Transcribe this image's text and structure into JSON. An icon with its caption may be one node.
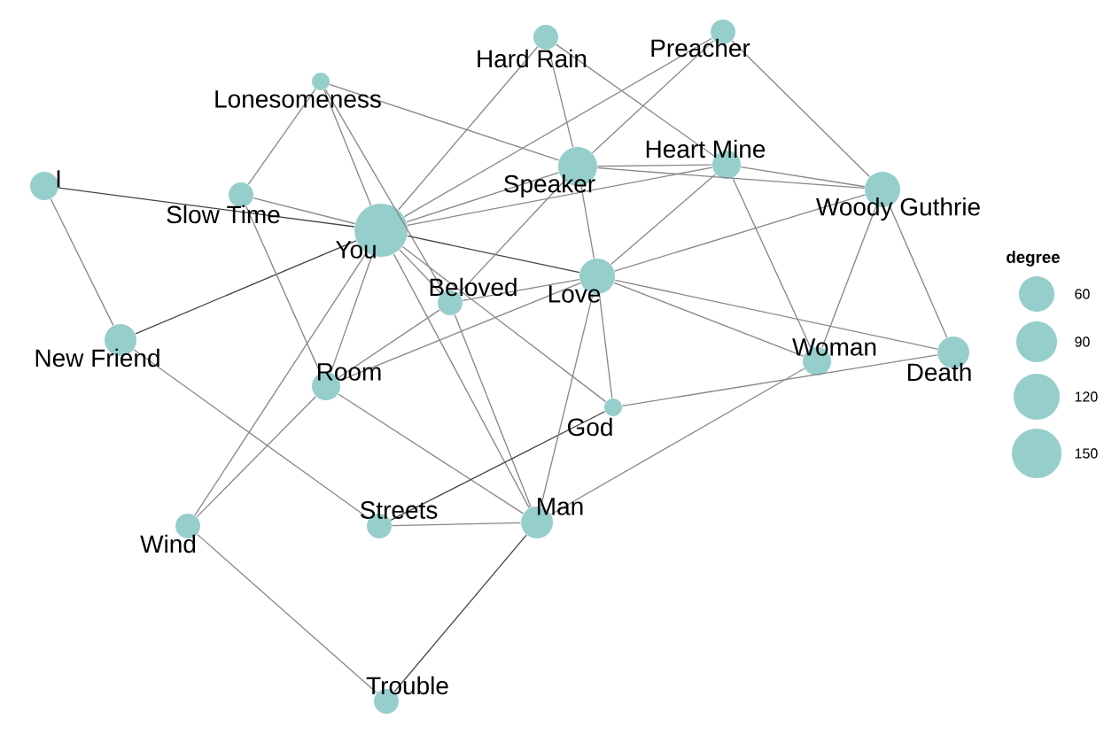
{
  "diagram": {
    "nodes": [
      {
        "text": [
          "Hard Rain"
        ]
      },
      {
        "text": [
          "Preacher"
        ]
      },
      {
        "text": [
          "Lonesomeness"
        ]
      },
      {
        "text": [
          "Heart Mine"
        ]
      },
      {
        "text": [
          "Speaker"
        ]
      },
      {
        "text": [
          "I"
        ]
      },
      {
        "text": [
          "Woody Guthrie"
        ]
      },
      {
        "text": [
          "Slow Time"
        ]
      },
      {
        "text": [
          "You"
        ]
      },
      {
        "text": [
          "Beloved"
        ]
      },
      {
        "text": [
          "Love"
        ]
      },
      {
        "text": [
          "New Friend"
        ]
      },
      {
        "text": [
          "Room"
        ]
      },
      {
        "text": [
          "Woman"
        ]
      },
      {
        "text": [
          "Death"
        ]
      },
      {
        "text": [
          "God"
        ]
      },
      {
        "text": [
          "Wind"
        ]
      },
      {
        "text": [
          "Streets"
        ]
      },
      {
        "text": [
          "Man"
        ]
      },
      {
        "text": [
          "Trouble"
        ]
      }
    ],
    "edges": [
      {
        "from": 5,
        "to": 8,
        "arrow": "none",
        "color": "#444444"
      },
      {
        "from": 5,
        "to": 11,
        "arrow": "none"
      },
      {
        "from": 11,
        "to": 8,
        "arrow": "none",
        "color": "#444444"
      },
      {
        "from": 11,
        "to": 17,
        "arrow": "none"
      },
      {
        "from": 2,
        "to": 7,
        "arrow": "none"
      },
      {
        "from": 2,
        "to": 8,
        "arrow": "none"
      },
      {
        "from": 2,
        "to": 9,
        "arrow": "none"
      },
      {
        "from": 2,
        "to": 4,
        "arrow": "none"
      },
      {
        "from": 7,
        "to": 8,
        "arrow": "none"
      },
      {
        "from": 7,
        "to": 12,
        "arrow": "none"
      },
      {
        "from": 8,
        "to": 0,
        "arrow": "none"
      },
      {
        "from": 8,
        "to": 1,
        "arrow": "none"
      },
      {
        "from": 8,
        "to": 4,
        "arrow": "none"
      },
      {
        "from": 8,
        "to": 3,
        "arrow": "none"
      },
      {
        "from": 8,
        "to": 10,
        "arrow": "none",
        "color": "#444444"
      },
      {
        "from": 8,
        "to": 9,
        "arrow": "none"
      },
      {
        "from": 8,
        "to": 16,
        "arrow": "none"
      },
      {
        "from": 8,
        "to": 12,
        "arrow": "none"
      },
      {
        "from": 8,
        "to": 18,
        "arrow": "none"
      },
      {
        "from": 8,
        "to": 15,
        "arrow": "none"
      },
      {
        "from": 9,
        "to": 4,
        "arrow": "none"
      },
      {
        "from": 9,
        "to": 10,
        "arrow": "none"
      },
      {
        "from": 9,
        "to": 12,
        "arrow": "none"
      },
      {
        "from": 9,
        "to": 18,
        "arrow": "none"
      },
      {
        "from": 12,
        "to": 10,
        "arrow": "none"
      },
      {
        "from": 12,
        "to": 16,
        "arrow": "none"
      },
      {
        "from": 12,
        "to": 18,
        "arrow": "none"
      },
      {
        "from": 16,
        "to": 19,
        "arrow": "none"
      },
      {
        "from": 19,
        "to": 18,
        "arrow": "none",
        "color": "#444444"
      },
      {
        "from": 17,
        "to": 18,
        "arrow": "none"
      },
      {
        "from": 17,
        "to": 15,
        "arrow": "none",
        "color": "#444444"
      },
      {
        "from": 18,
        "to": 10,
        "arrow": "none"
      },
      {
        "from": 18,
        "to": 13,
        "arrow": "none"
      },
      {
        "from": 15,
        "to": 10,
        "arrow": "none"
      },
      {
        "from": 15,
        "to": 14,
        "arrow": "none"
      },
      {
        "from": 10,
        "to": 4,
        "arrow": "none"
      },
      {
        "from": 10,
        "to": 3,
        "arrow": "none"
      },
      {
        "from": 10,
        "to": 6,
        "arrow": "none"
      },
      {
        "from": 10,
        "to": 13,
        "arrow": "none"
      },
      {
        "from": 10,
        "to": 14,
        "arrow": "none"
      },
      {
        "from": 0,
        "to": 4,
        "arrow": "none"
      },
      {
        "from": 0,
        "to": 3,
        "arrow": "none"
      },
      {
        "from": 1,
        "to": 4,
        "arrow": "none"
      },
      {
        "from": 1,
        "to": 6,
        "arrow": "none"
      },
      {
        "from": 4,
        "to": 3,
        "arrow": "none"
      },
      {
        "from": 4,
        "to": 6,
        "arrow": "none"
      },
      {
        "from": 3,
        "to": 6,
        "arrow": "none"
      },
      {
        "from": 3,
        "to": 13,
        "arrow": "none"
      },
      {
        "from": 6,
        "to": 13,
        "arrow": "none"
      },
      {
        "from": 6,
        "to": 14,
        "arrow": "none"
      }
    ],
    "labels": [
      "degree"
    ],
    "legend": [
      {
        "text": "60"
      },
      {
        "text": "90"
      },
      {
        "text": "120"
      },
      {
        "text": "150"
      }
    ]
  }
}
